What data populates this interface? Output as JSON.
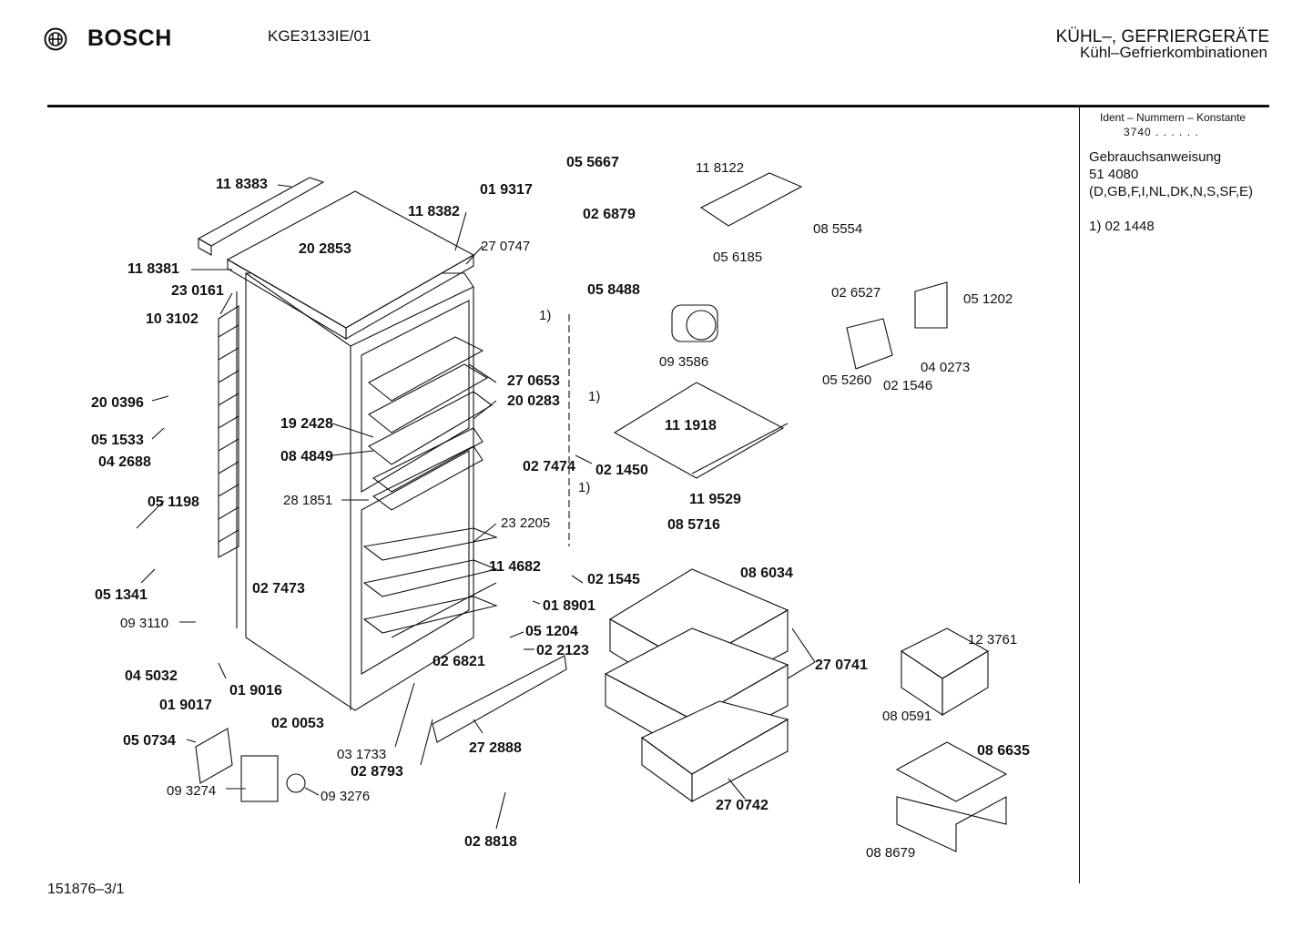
{
  "header": {
    "brand": "BOSCH",
    "model": "KGE3133IE/01",
    "category": "KÜHL–, GEFRIERGERÄTE",
    "subcategory": "Kühl–Gefrierkombinationen"
  },
  "sidebar": {
    "ident_title": "Ident – Nummern – Konstante",
    "ident_value": "3740 . .   . . . .",
    "manual_title": "Gebrauchsanweisung",
    "manual_number": "51 4080",
    "manual_languages": "(D,GB,F,I,NL,DK,N,S,SF,E)",
    "footnote": "1)  02 1448"
  },
  "footer": {
    "doc_number": "151876–3/1"
  },
  "callouts": {
    "p118383": "11 8383",
    "p118382": "11 8382",
    "p202853": "20 2853",
    "p270747": "27 0747",
    "p118381": "11 8381",
    "p230161": "23 0161",
    "p103102": "10 3102",
    "p200396": "20 0396",
    "p051533": "05 1533",
    "p042688": "04 2688",
    "p051198": "05 1198",
    "p051341": "05 1341",
    "p093110": "09 3110",
    "p045032": "04 5032",
    "p019017": "01 9017",
    "p019016": "01 9016",
    "p050734": "05 0734",
    "p093274": "09 3274",
    "p093276": "09 3276",
    "p020053": "02 0053",
    "p031733": "03 1733",
    "p028793": "02 8793",
    "p272888": "27 2888",
    "p028818": "02 8818",
    "p026821": "02 6821",
    "p051204": "05 1204",
    "p022123": "02 2123",
    "p018901": "01 8901",
    "p114682": "11 4682",
    "p021545": "02 1545",
    "p232205": "23 2205",
    "p027473": "02 7473",
    "p281851": "28 1851",
    "p084849": "08 4849",
    "p192428": "19 2428",
    "p270653": "27 0653",
    "p200283": "20 0283",
    "p027474": "02 7474",
    "p021450": "02 1450",
    "p058488": "05 8488",
    "p055667": "05 5667",
    "p019317": "01 9317",
    "p026879": "02 6879",
    "p118122": "11 8122",
    "p085554": "08 5554",
    "p056185": "05 6185",
    "p093586": "09 3586",
    "p026527": "02 6527",
    "p051202": "05 1202",
    "p055260": "05 5260",
    "p021546": "02 1546",
    "p040273": "04 0273",
    "p111918": "11 1918",
    "p119529": "11 9529",
    "p085716": "08 5716",
    "p086034": "08 6034",
    "p270741": "27 0741",
    "p270742": "27 0742",
    "p123761": "12 3761",
    "p080591": "08 0591",
    "p086635": "08 6635",
    "p088679": "08 8679",
    "fn1a": "1)",
    "fn1b": "1)",
    "fn1c": "1)"
  }
}
